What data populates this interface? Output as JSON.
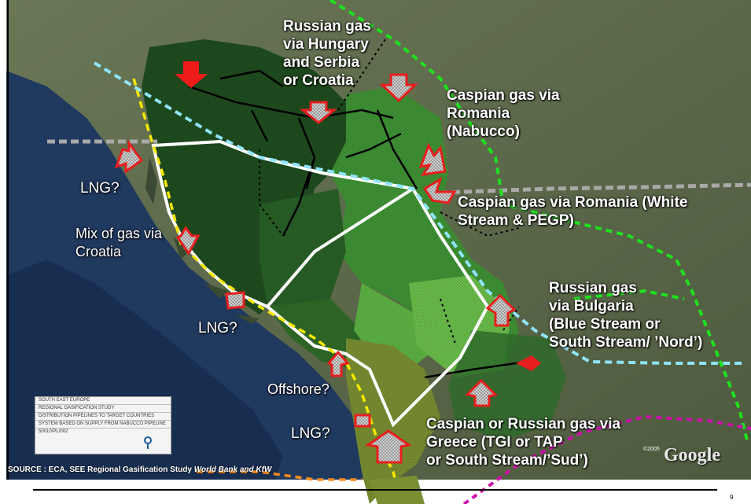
{
  "labels": {
    "russian_hungary": [
      "Russian gas",
      "via Hungary",
      "and Serbia",
      "or Croatia"
    ],
    "caspian_nabucco": [
      "Caspian gas via",
      "Romania",
      "(Nabucco)"
    ],
    "lng_1": "LNG?",
    "caspian_white_stream": [
      "Caspian gas via Romania (White",
      "Stream & PEGP)"
    ],
    "mix_croatia": [
      "Mix of gas via",
      "Croatia"
    ],
    "russian_bulgaria": [
      "Russian gas",
      "via Bulgaria",
      "(Blue Stream or",
      "South Stream/ ’Nord’)"
    ],
    "lng_2": "LNG?",
    "offshore": "Offshore?",
    "lng_3": "LNG?",
    "caspian_greece": [
      "Caspian or Russian gas via",
      "Greece (TGI or TAP",
      "or South Stream/’Sud’)"
    ]
  },
  "legend_box": {
    "line1": "SOUTH EAST EUROPE",
    "line2": "REGIONAL GASIFICATION STUDY",
    "line3": "DISTRIBUTION PIPELINES TO TARGET COUNTRIES",
    "line4": "SYSTEM BASED ON SUPPLY FROM NABUCCO PIPELINE",
    "line5": "50010/PL/002"
  },
  "source": {
    "prefix": "SOURCE : ECA, SEE Regional Gasification Study",
    "italic": "World Bank and KfW"
  },
  "watermark": "Google",
  "copyright": "©2005",
  "page_number": "9",
  "colors": {
    "sea": "#1f3a66",
    "land": "#5c6a4a",
    "region_dark": "#1d4a1d",
    "region_mid": "#3c8c33",
    "region_light": "#6ec14e",
    "region_olive": "#7a8f32",
    "arrow_red": "#e81e1e",
    "route_white": "#ffffff",
    "dash_yellow": "#f5e800",
    "dash_cyan": "#7fe0f5",
    "dash_green": "#22dd22",
    "dash_magenta": "#cc11aa",
    "dash_orange": "#ff8c1a",
    "dash_grey": "#9a9a9a"
  }
}
